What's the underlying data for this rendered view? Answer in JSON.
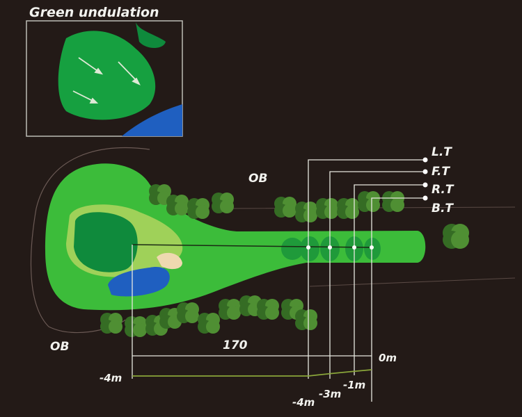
{
  "inset": {
    "title": "Green undulation"
  },
  "hole": {
    "distance_label": "170",
    "ob_labels": [
      "OB",
      "OB"
    ]
  },
  "tees": [
    {
      "label": "L.T",
      "elevation": "-4m"
    },
    {
      "label": "F.T",
      "elevation": "-3m"
    },
    {
      "label": "R.T",
      "elevation": "-1m"
    },
    {
      "label": "B.T",
      "elevation": "0m"
    }
  ],
  "green_elevation": "-4m",
  "colors": {
    "background": "#231a17",
    "fairway": "#3cbc3a",
    "green": "#0f8a3c",
    "fringe": "#9fd159",
    "water": "#1f5fc0",
    "bunker": "#efd9b0",
    "trees": "#3f7d2b",
    "elevation_line": "#8aa63a"
  }
}
